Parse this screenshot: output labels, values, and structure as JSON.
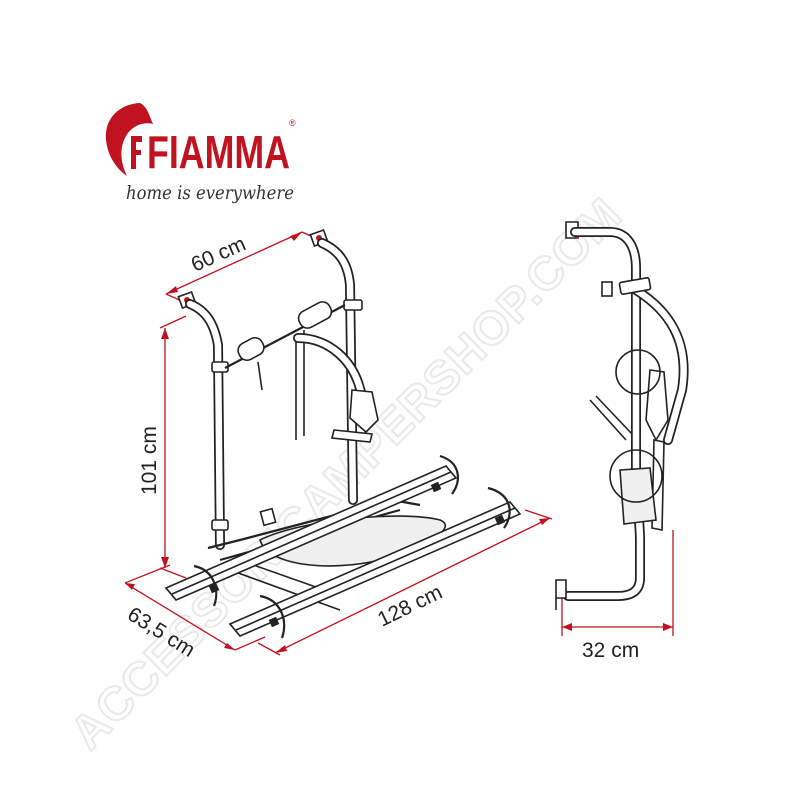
{
  "brand": {
    "name": "FIAMMA",
    "registered_mark": "®",
    "tagline": "home is everywhere",
    "color": "#c1121f"
  },
  "dimensions": {
    "width": "60 cm",
    "height": "101 cm",
    "depth": "63,5 cm",
    "rail_length": "128 cm",
    "side_depth": "32 cm"
  },
  "watermark": "ACCESSORICAMPERSHOP.COM",
  "colors": {
    "dimension_lines": "#c1121f",
    "drawing": "#222222",
    "watermark": "#e9e9e9"
  }
}
